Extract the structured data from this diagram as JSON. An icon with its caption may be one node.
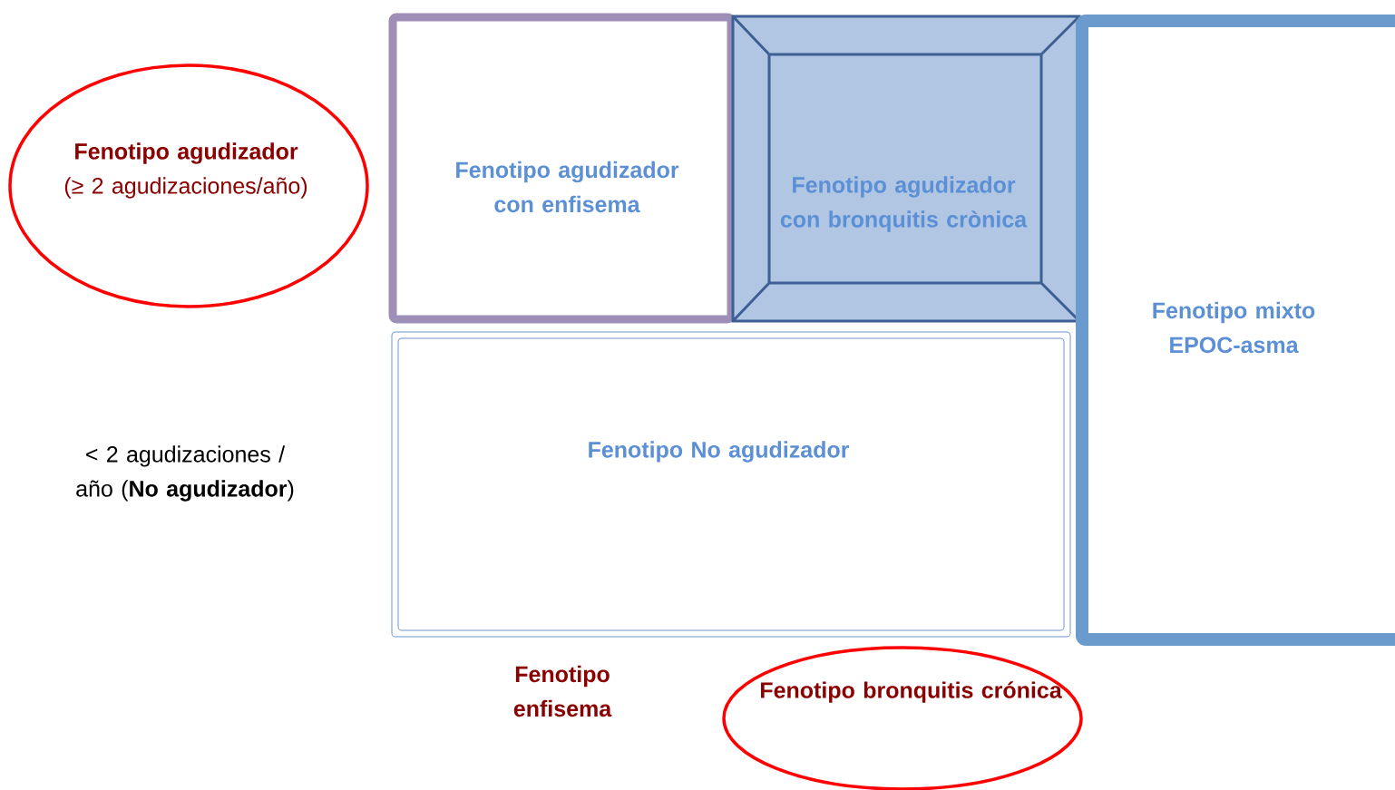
{
  "diagram": {
    "nodes": [
      {
        "text": [
          "Fenotipo agudizador",
          "(≥ 2 agudizaciones/año)"
        ]
      },
      {
        "text": [
          "Fenotipo agudizador con enfisema"
        ]
      },
      {
        "text": [
          "Fenotipo agudizador con bronquitis crònica"
        ]
      },
      {
        "text": [
          "Fenotipo mixto EPOC-asma"
        ]
      },
      {
        "text": [
          "Fenotipo No agudizador"
        ]
      },
      {
        "text": [
          "Fenotipo bronquitis crónica"
        ]
      }
    ],
    "labels": [
      "< 2 agudizaciones / año (**No agudizador**)",
      "Fenotipo enfisema"
    ]
  }
}
